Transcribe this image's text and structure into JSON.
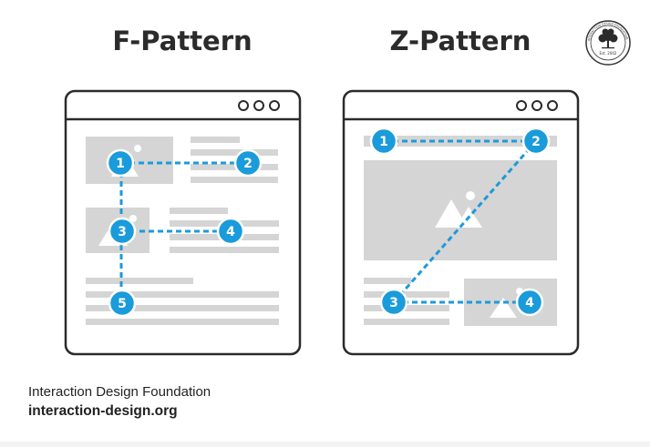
{
  "titles": {
    "f_pattern": "F-Pattern",
    "z_pattern": "Z-Pattern"
  },
  "badge": {
    "ring_text": "INTERACTION DESIGN FOUNDATION",
    "est": "Est. 2002"
  },
  "footer": {
    "org_name": "Interaction Design Foundation",
    "url": "interaction-design.org"
  },
  "markers": {
    "f": [
      "1",
      "2",
      "3",
      "4",
      "5"
    ],
    "z": [
      "1",
      "2",
      "3",
      "4"
    ]
  },
  "colors": {
    "accent": "#1a9bdb",
    "placeholder": "#d5d5d5",
    "frame": "#2b2b2b",
    "text": "#222222"
  }
}
